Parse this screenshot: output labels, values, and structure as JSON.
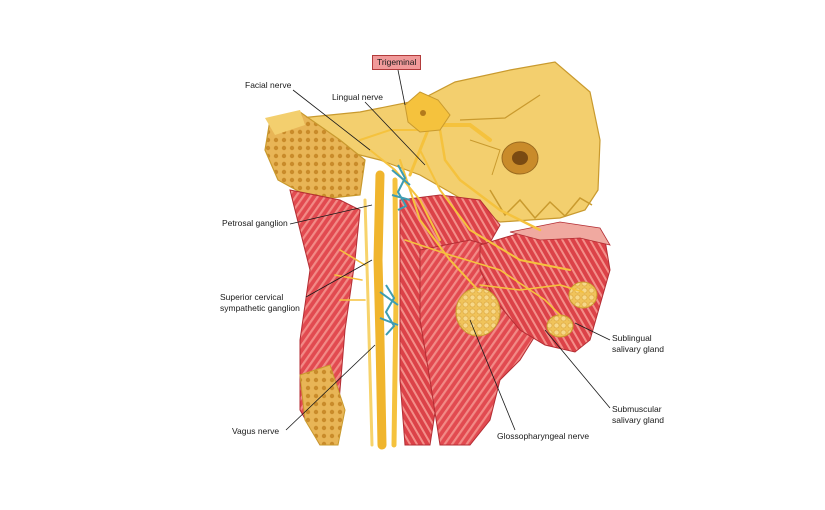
{
  "labels": {
    "trigeminal": "Trigeminal",
    "facial_nerve": "Facial nerve",
    "lingual_nerve": "Lingual nerve",
    "petrosal_ganglion": "Petrosal ganglion",
    "superior_cervical_line1": "Superior cervical",
    "superior_cervical_line2": "sympathetic ganglion",
    "sublingual_line1": "Sublingual",
    "sublingual_line2": "salivary gland",
    "submuscular_line1": "Submuscular",
    "submuscular_line2": "salivary gland",
    "vagus_nerve": "Vagus nerve",
    "glossopharyngeal_nerve": "Glossopharyngeal nerve"
  },
  "colors": {
    "bone": "#f3cf6e",
    "bone_dark": "#c99a2e",
    "muscle": "#e0474c",
    "muscle_light": "#f07f7f",
    "nerve": "#f5c23d",
    "ganglion_blue": "#3d9db2",
    "highlight_label": "#f19a9a"
  }
}
